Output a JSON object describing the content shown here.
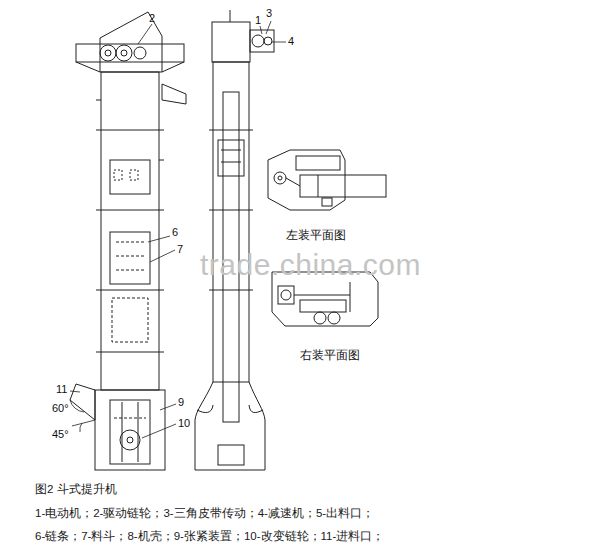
{
  "diagram": {
    "caption": "图2 斗式提升机",
    "labels": [
      "2",
      "1",
      "3",
      "4",
      "6",
      "7",
      "11",
      "60°",
      "45°",
      "9",
      "10",
      "左装平面图",
      "右装平面图",
      "trade.china.com",
      "1-电动机；2-驱动链轮；3-三角皮带传动；4-减速机；5-出料口；",
      "6-链条；7-料斗；8-机壳；9-张紧装置；10-改变链轮；11-进料口；"
    ]
  }
}
